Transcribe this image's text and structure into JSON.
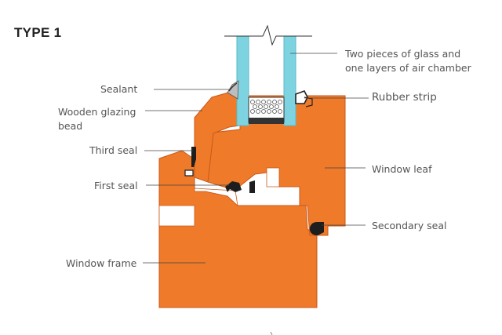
{
  "title": "TYPE 1",
  "labels": {
    "glass_line1": "Two pieces of glass and",
    "glass_line2": "one layers of air chamber",
    "sealant": "Sealant",
    "rubber_strip": "Rubber strip",
    "glazing_bead_line1": "Wooden glazing",
    "glazing_bead_line2": "bead",
    "third_seal": "Third seal",
    "window_leaf": "Window leaf",
    "first_seal": "First seal",
    "secondary_seal": "Secondary seal",
    "window_frame": "Window frame"
  },
  "colors": {
    "wood": "#ef7a2a",
    "wood_edge": "#c9581b",
    "glass": "#7ed3e0",
    "glass_edge": "#5ab9c9",
    "seal": "#1e1e1e",
    "sealant": "#bfbfbf",
    "leader": "#444444"
  }
}
